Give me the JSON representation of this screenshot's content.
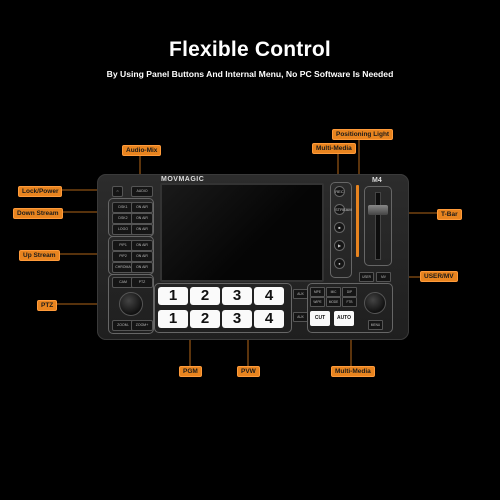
{
  "header": {
    "title": "Flexible Control",
    "subtitle": "By Using Panel Buttons And Internal Menu, No PC Software Is Needed"
  },
  "device": {
    "brand": "MOVMAGIC",
    "model": "M4",
    "lock_button": "⌂",
    "audio_button": "AUDIO",
    "downstream_buttons": [
      "DSK1",
      "ON AIR",
      "DSK2",
      "ON AIR",
      "LOGO",
      "ON AIR"
    ],
    "upstream_buttons": [
      "PIP1",
      "ON AIR",
      "PIP2",
      "ON AIR",
      "CHROMA",
      "ON AIR"
    ],
    "ptz_buttons": [
      "CAM",
      "PTZ",
      "ZOOM-",
      "ZOOM+"
    ],
    "pgm_keys": [
      "1",
      "2",
      "3",
      "4"
    ],
    "pvw_keys": [
      "1",
      "2",
      "3",
      "4"
    ],
    "row_aux": [
      "AUX",
      "AUX"
    ],
    "function_keys": [
      "MPE",
      "MIC",
      "DIP",
      "WIPE",
      "MODE",
      "FTB"
    ],
    "cut_label": "CUT",
    "auto_label": "AUTO",
    "menu_label": "MENU",
    "media_buttons": [
      "REC",
      "STREAM",
      "■",
      "▶",
      "●"
    ],
    "user_buttons": [
      "USER",
      "MV"
    ]
  },
  "callouts": {
    "audio_mix": "Audio-Mix",
    "lock_power": "Lock/Power",
    "down_stream": "Down Stream",
    "up_stream": "Up Stream",
    "ptz": "PTZ",
    "pgm": "PGM",
    "pvw": "PVW",
    "multi_media_bottom": "Multi-Media",
    "multi_media_top": "Multi-Media",
    "positioning_light": "Positioning Light",
    "t_bar": "T-Bar",
    "user_mv": "USER/MV"
  },
  "colors": {
    "callout": "#e8841f",
    "background": "#000000",
    "device_body": "#262626"
  }
}
